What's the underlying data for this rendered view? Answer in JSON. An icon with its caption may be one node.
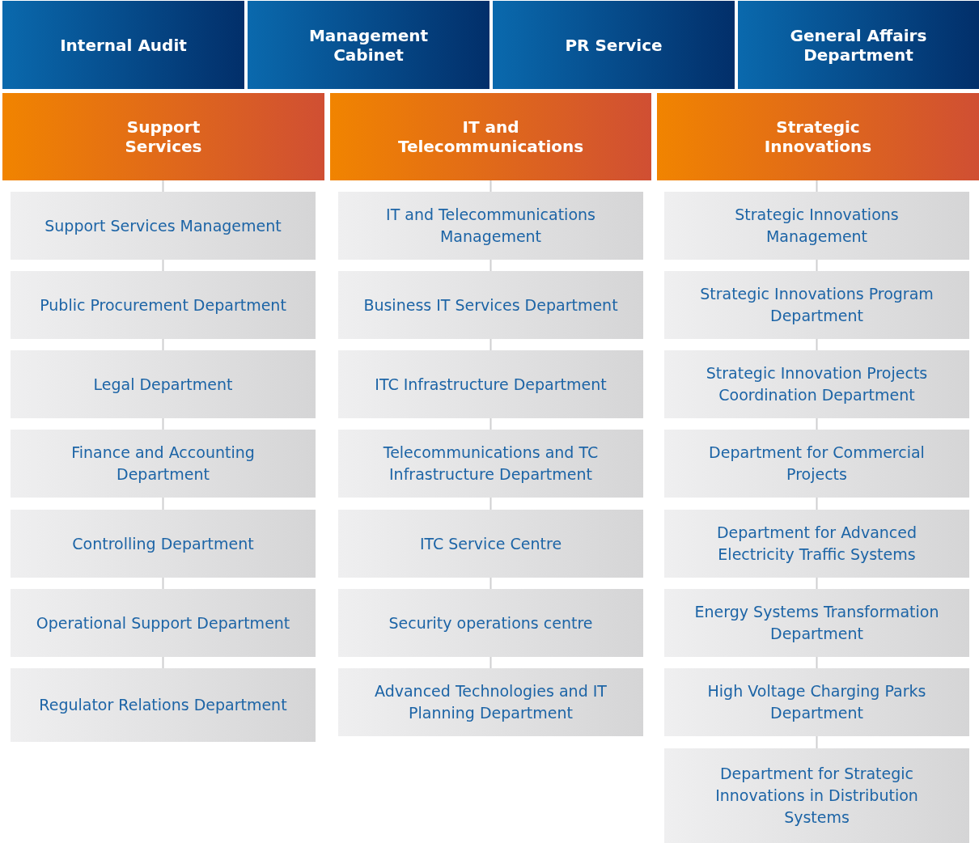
{
  "diagram": {
    "nodes": [
      {
        "text": [
          "Internal Audit"
        ]
      },
      {
        "text": [
          "Management Cabinet"
        ]
      },
      {
        "text": [
          "PR Service"
        ]
      },
      {
        "text": [
          "General Affairs Department"
        ]
      },
      {
        "text": [
          "Support Services"
        ]
      },
      {
        "text": [
          "IT and Telecommunications"
        ]
      },
      {
        "text": [
          "Strategic Innovations"
        ]
      },
      {
        "text": [
          "Support Services Management"
        ]
      },
      {
        "text": [
          "Public Procurement Department"
        ]
      },
      {
        "text": [
          "Legal Department"
        ]
      },
      {
        "text": [
          "Finance and Accounting Department"
        ]
      },
      {
        "text": [
          "Controlling Department"
        ]
      },
      {
        "text": [
          "Operational Support Department"
        ]
      },
      {
        "text": [
          "Regulator Relations Department"
        ]
      },
      {
        "text": [
          "IT and Telecommunications Management"
        ]
      },
      {
        "text": [
          "Business IT Services Department"
        ]
      },
      {
        "text": [
          "ITC Infrastructure Department"
        ]
      },
      {
        "text": [
          "Telecommunications and TC Infrastructure Department"
        ]
      },
      {
        "text": [
          "ITC Service Centre"
        ]
      },
      {
        "text": [
          "Security operations centre"
        ]
      },
      {
        "text": [
          "Advanced Technologies and IT Planning Department"
        ]
      },
      {
        "text": [
          "Strategic Innovations Management"
        ]
      },
      {
        "text": [
          "Strategic Innovations Program Department"
        ]
      },
      {
        "text": [
          "Strategic Innovation Projects Coordination Department"
        ]
      },
      {
        "text": [
          "Department for Commercial Projects"
        ]
      },
      {
        "text": [
          "Department for Advanced Electricity Traffic Systems"
        ]
      },
      {
        "text": [
          "Energy Systems Transformation Department"
        ]
      },
      {
        "text": [
          "High Voltage Charging Parks Department"
        ]
      },
      {
        "text": [
          "Department for Strategic Innovations in Distribution Systems"
        ]
      }
    ],
    "edges": [
      {
        "from": 4,
        "to": 7,
        "arrow": "none"
      },
      {
        "from": 7,
        "to": 8,
        "arrow": "none"
      },
      {
        "from": 8,
        "to": 9,
        "arrow": "none"
      },
      {
        "from": 9,
        "to": 10,
        "arrow": "none"
      },
      {
        "from": 10,
        "to": 11,
        "arrow": "none"
      },
      {
        "from": 11,
        "to": 12,
        "arrow": "none"
      },
      {
        "from": 12,
        "to": 13,
        "arrow": "none"
      },
      {
        "from": 5,
        "to": 14,
        "arrow": "none"
      },
      {
        "from": 14,
        "to": 15,
        "arrow": "none"
      },
      {
        "from": 15,
        "to": 16,
        "arrow": "none"
      },
      {
        "from": 16,
        "to": 17,
        "arrow": "none"
      },
      {
        "from": 17,
        "to": 18,
        "arrow": "none"
      },
      {
        "from": 18,
        "to": 19,
        "arrow": "none"
      },
      {
        "from": 19,
        "to": 20,
        "arrow": "none"
      },
      {
        "from": 6,
        "to": 21,
        "arrow": "none"
      },
      {
        "from": 21,
        "to": 22,
        "arrow": "none"
      },
      {
        "from": 22,
        "to": 23,
        "arrow": "none"
      },
      {
        "from": 23,
        "to": 24,
        "arrow": "none"
      },
      {
        "from": 24,
        "to": 25,
        "arrow": "none"
      },
      {
        "from": 25,
        "to": 26,
        "arrow": "none"
      },
      {
        "from": 26,
        "to": 27,
        "arrow": "none"
      },
      {
        "from": 27,
        "to": 28,
        "arrow": "none"
      }
    ]
  }
}
